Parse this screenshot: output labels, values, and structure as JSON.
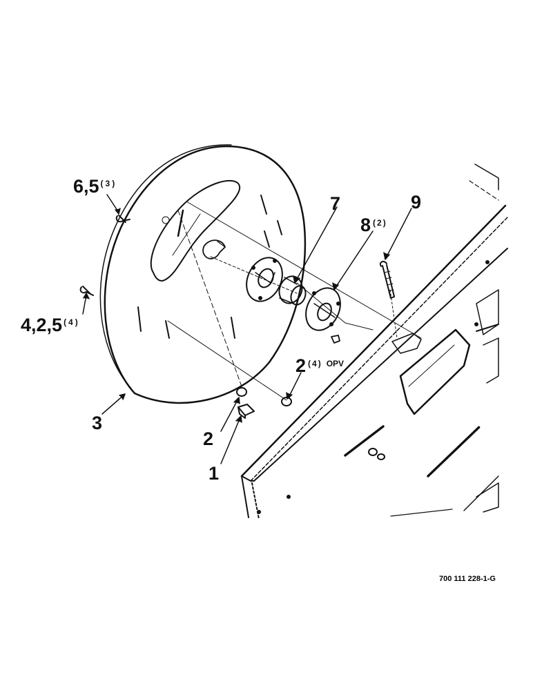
{
  "figure": {
    "id": "700 111 228-1-G"
  },
  "callouts": {
    "c65": {
      "main": "6,5",
      "qty": "(3)"
    },
    "c425": {
      "main": "4,2,5",
      "qty": "(4)"
    },
    "c7": {
      "main": "7"
    },
    "c8": {
      "main": "8",
      "qty": "(2)"
    },
    "c9": {
      "main": "9"
    },
    "c2opv": {
      "main": "2",
      "qty": "(4)",
      "note": "OPV"
    },
    "c3": {
      "main": "3"
    },
    "c2": {
      "main": "2"
    },
    "c1": {
      "main": "1"
    }
  },
  "colors": {
    "ink": "#111111",
    "paper": "#ffffff"
  }
}
